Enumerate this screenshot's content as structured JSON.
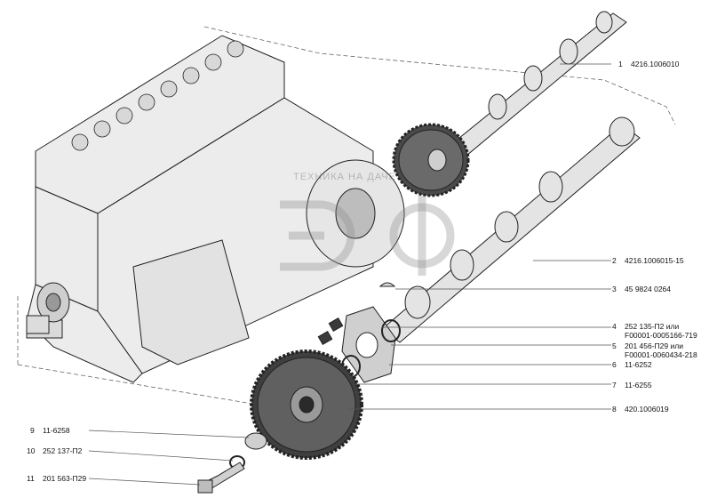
{
  "callouts": [
    {
      "num": "1",
      "part": "4216.1006010"
    },
    {
      "num": "2",
      "part": "4216.1006015-15"
    },
    {
      "num": "3",
      "part": "45 9824 0264"
    },
    {
      "num": "4",
      "part": "252 135-П2 или",
      "part2": "F00001-0005166-719"
    },
    {
      "num": "5",
      "part": "201 456-П29 или",
      "part2": "F00001-0060434-218"
    },
    {
      "num": "6",
      "part": "11-6252"
    },
    {
      "num": "7",
      "part": "11-6255"
    },
    {
      "num": "8",
      "part": "420.1006019"
    },
    {
      "num": "9",
      "part": "11-6258"
    },
    {
      "num": "10",
      "part": "252 137-П2"
    },
    {
      "num": "11",
      "part": "201 563-П29"
    }
  ],
  "watermark": {
    "text": "ТЕХНИКА НА ДАЧЕ"
  },
  "colors": {
    "line": "#222222",
    "leader": "#555555",
    "fill": "#e9e9e9",
    "dark": "#3a3a3a"
  }
}
